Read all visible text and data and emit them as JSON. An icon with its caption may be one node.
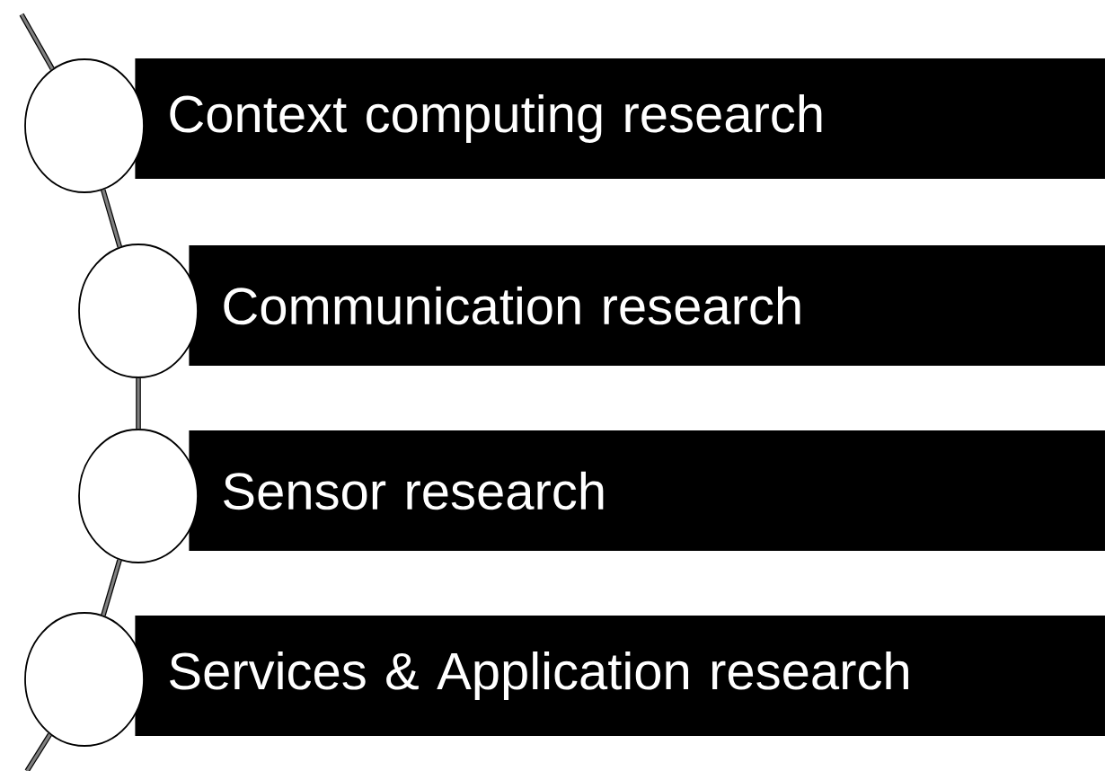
{
  "diagram": {
    "nodes": [
      {
        "text": [
          "Context computing research"
        ]
      },
      {
        "text": [
          "Communication research"
        ]
      },
      {
        "text": [
          "Sensor research"
        ]
      },
      {
        "text": [
          "Services & Application research"
        ]
      },
      {
        "text": [],
        "shape": "circle"
      },
      {
        "text": [],
        "shape": "circle"
      },
      {
        "text": [],
        "shape": "circle"
      },
      {
        "text": [],
        "shape": "circle"
      }
    ],
    "edges": [
      {
        "from": null,
        "to": 4,
        "arrow": "none"
      },
      {
        "from": 4,
        "to": 5,
        "arrow": "none"
      },
      {
        "from": 5,
        "to": 6,
        "arrow": "none"
      },
      {
        "from": 6,
        "to": 7,
        "arrow": "none"
      },
      {
        "from": 7,
        "to": null,
        "arrow": "none"
      }
    ]
  }
}
